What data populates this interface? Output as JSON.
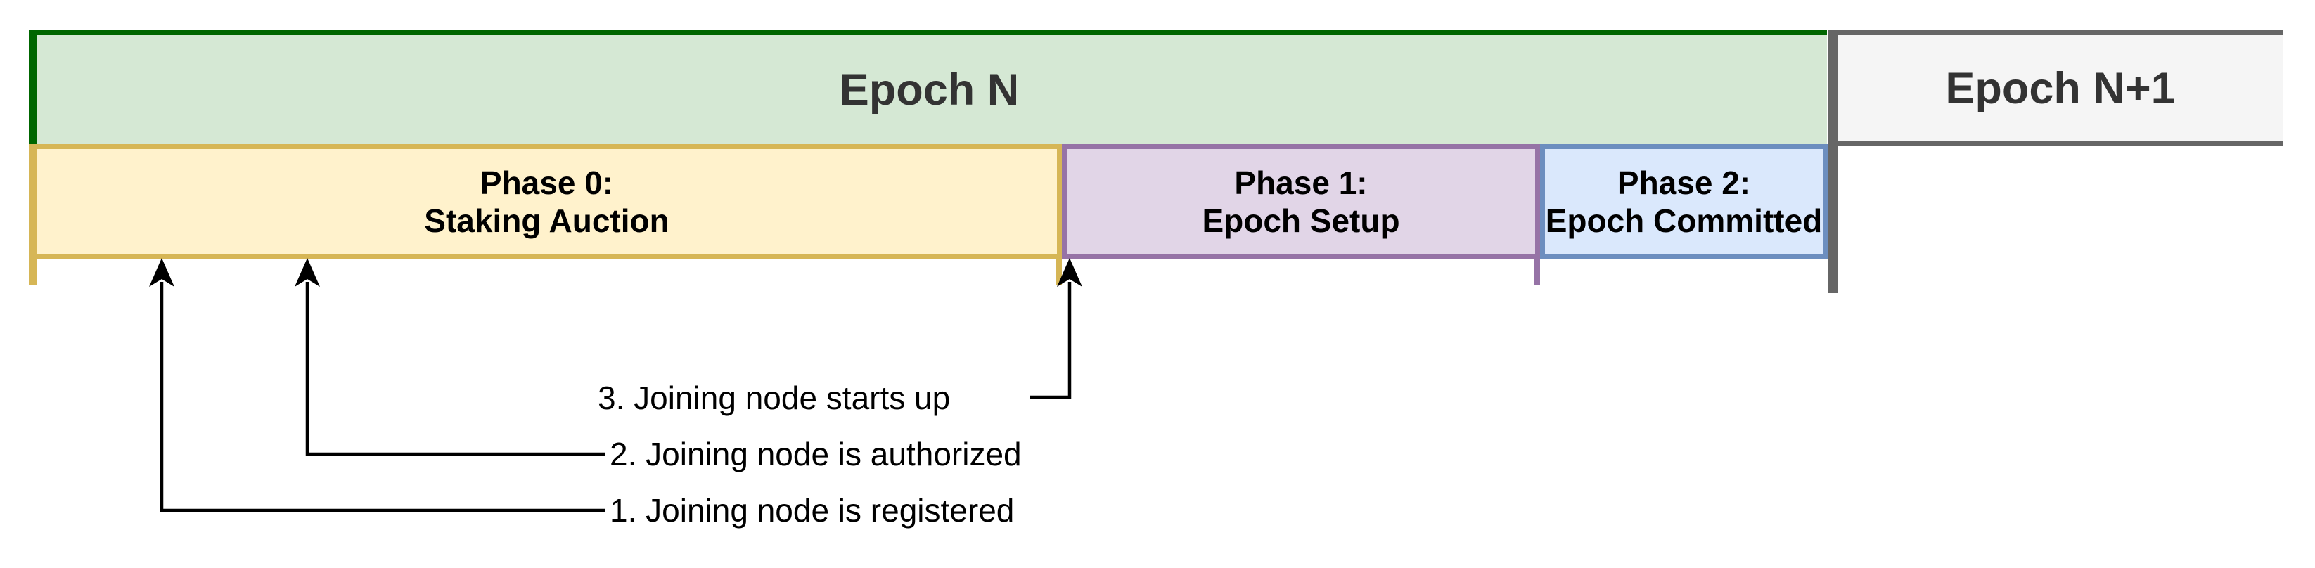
{
  "diagram": {
    "epochs": [
      {
        "label": "Epoch N"
      },
      {
        "label": "Epoch N+1"
      }
    ],
    "phases": [
      {
        "title": "Phase 0:",
        "subtitle": "Staking Auction"
      },
      {
        "title": "Phase 1:",
        "subtitle": "Epoch Setup"
      },
      {
        "title": "Phase 2:",
        "subtitle": "Epoch Committed"
      }
    ],
    "events": [
      {
        "label": "1. Joining node is registered"
      },
      {
        "label": "2. Joining node is authorized"
      },
      {
        "label": "3. Joining node starts up"
      }
    ],
    "colors": {
      "epoch_fill": "#d5e8d4",
      "epoch_stroke": "#006600",
      "next_epoch_fill": "#f5f5f5",
      "next_epoch_stroke": "#666666",
      "phase0_fill": "#fff2cc",
      "phase0_stroke": "#d6b656",
      "phase1_fill": "#e1d5e7",
      "phase1_stroke": "#9673a6",
      "phase2_fill": "#dae8fc",
      "phase2_stroke": "#6c8ebf",
      "arrow": "#000000"
    }
  }
}
